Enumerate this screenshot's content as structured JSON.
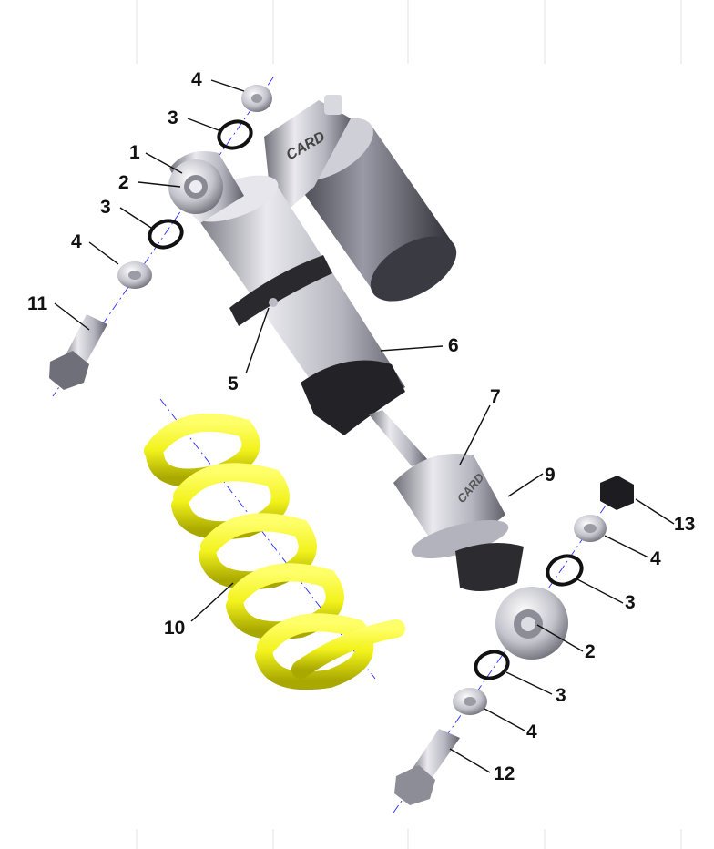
{
  "callouts": [
    {
      "id": "c1",
      "label": "1"
    },
    {
      "id": "c2a",
      "label": "2"
    },
    {
      "id": "c3a",
      "label": "3"
    },
    {
      "id": "c3b",
      "label": "3"
    },
    {
      "id": "c4a",
      "label": "4"
    },
    {
      "id": "c4b",
      "label": "4"
    },
    {
      "id": "c11",
      "label": "11"
    },
    {
      "id": "c5",
      "label": "5"
    },
    {
      "id": "c6",
      "label": "6"
    },
    {
      "id": "c7",
      "label": "7"
    },
    {
      "id": "c9",
      "label": "9"
    },
    {
      "id": "c13",
      "label": "13"
    },
    {
      "id": "c4c",
      "label": "4"
    },
    {
      "id": "c3c",
      "label": "3"
    },
    {
      "id": "c2b",
      "label": "2"
    },
    {
      "id": "c3d",
      "label": "3"
    },
    {
      "id": "c4d",
      "label": "4"
    },
    {
      "id": "c10",
      "label": "10"
    },
    {
      "id": "c12",
      "label": "12"
    }
  ],
  "brand": {
    "logo_text": "CARD"
  },
  "colors": {
    "spring": "#f2f21c",
    "spring_shadow": "#b8b800",
    "metal": "#c9c9d1",
    "metal_dark": "#7d7d88",
    "reservoir": "#6a6a75",
    "rubber": "#2a2a2e",
    "axis": "#2b2bff"
  }
}
